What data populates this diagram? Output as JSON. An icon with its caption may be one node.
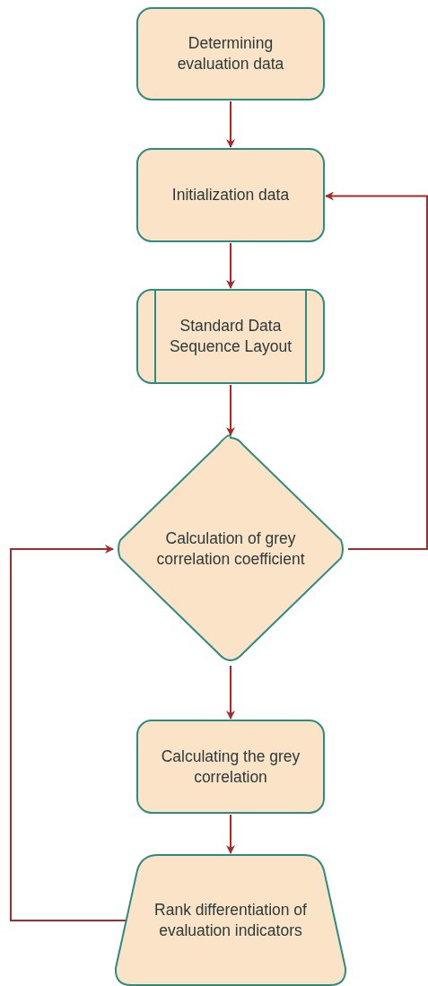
{
  "diagram": {
    "nodes": [
      {
        "text": [
          "Determining evaluation data"
        ]
      },
      {
        "text": [
          "Initialization data"
        ]
      },
      {
        "text": [
          "Standard Data Sequence Layout"
        ]
      },
      {
        "text": [
          "Calculation of grey correlation coefficient"
        ]
      },
      {
        "text": [
          "Calculating the grey correlation"
        ]
      },
      {
        "text": [
          "Rank differentiation of evaluation indicators"
        ]
      }
    ],
    "edges": [
      {
        "from": 0,
        "to": 1,
        "arrow": "to"
      },
      {
        "from": 1,
        "to": 2,
        "arrow": "to"
      },
      {
        "from": 2,
        "to": 3,
        "arrow": "to"
      },
      {
        "from": 3,
        "to": 4,
        "arrow": "to"
      },
      {
        "from": 4,
        "to": 5,
        "arrow": "to"
      },
      {
        "from": 3,
        "to": 1,
        "arrow": "to"
      },
      {
        "from": 5,
        "to": 3,
        "arrow": "to"
      }
    ]
  }
}
